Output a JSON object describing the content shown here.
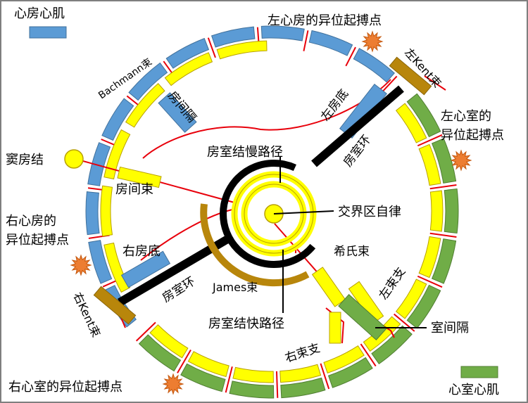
{
  "legend": {
    "atrial_label": "心房心肌",
    "ventricular_label": "心室心肌"
  },
  "labels": {
    "left_atrial_ectopic": "左心房的异位起搏点",
    "bachmann": "Bachmann束",
    "atrial_septum": "房间隔",
    "left_atrial_floor": "左房底",
    "left_kent": "左Kent束",
    "left_ventricular_ectopic_1": "左心室的",
    "left_ventricular_ectopic_2": "异位起搏点",
    "sinus_node": "窦房结",
    "slow_pathway": "房室结慢路径",
    "interatrial_tract": "房间束",
    "av_ring_upper": "房室环",
    "junction_automaticity": "交界区自律",
    "right_atrial_ectopic_1": "右心房的",
    "right_atrial_ectopic_2": "异位起搏点",
    "right_atrial_floor": "右房底",
    "his_bundle": "希氏束",
    "james": "James束",
    "left_bundle_branch": "左束支",
    "av_ring_lower": "房室环",
    "right_kent": "右Kent束",
    "fast_pathway": "房室结快路径",
    "ventricular_septum": "室间隔",
    "right_bundle_branch": "右束支",
    "right_ventricular_ectopic": "右心室的异位起搏点"
  },
  "colors": {
    "atrial": "#5b9bd5",
    "ventricular": "#70ad47",
    "conduction": "#ffff00",
    "conduction_border": "#b8a000",
    "link": "#e8000b",
    "av_ring": "#000000",
    "kent": "#b8860b",
    "ectopic": "#ed7d31"
  }
}
